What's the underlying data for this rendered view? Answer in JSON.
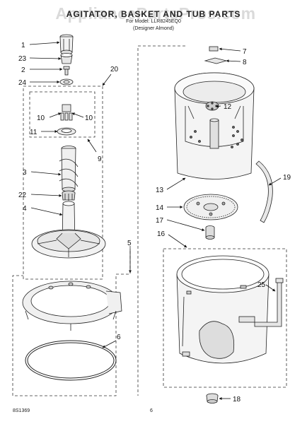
{
  "header": {
    "title": "AGITATOR, BASKET AND TUB PARTS",
    "subtitle": "For Model: LLR8245EQ0",
    "note": "(Designer Almond)",
    "watermark": "AppliancePartsPros.com"
  },
  "labels": {
    "p1": "1",
    "p2": "2",
    "p3": "3",
    "p4": "4",
    "p5": "5",
    "p6": "6",
    "p7": "7",
    "p8": "8",
    "p9": "9",
    "p10a": "10",
    "p10b": "10",
    "p11": "11",
    "p12": "12",
    "p13": "13",
    "p14": "14",
    "p16": "16",
    "p17": "17",
    "p18": "18",
    "p19": "19",
    "p20": "20",
    "p22": "22",
    "p23": "23",
    "p24": "24",
    "p25": "25"
  },
  "footer": {
    "code": "8S1369",
    "page": "6"
  }
}
